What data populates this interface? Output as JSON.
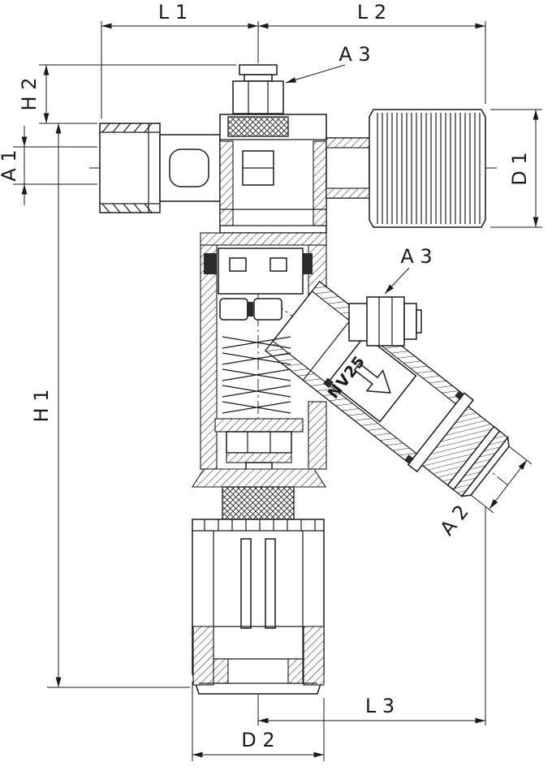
{
  "drawing": {
    "colors": {
      "line": "#1a1a1a",
      "background": "#ffffff"
    },
    "marking": {
      "size_stamp": "NV25"
    },
    "dimensions": {
      "l1": "L 1",
      "l2": "L 2",
      "l3": "L 3",
      "h1": "H 1",
      "h2": "H 2",
      "a1": "A 1",
      "a2": "A 2",
      "d1": "D 1",
      "d2": "D 2",
      "a3_top": "A 3",
      "a3_branch": "A 3"
    }
  }
}
